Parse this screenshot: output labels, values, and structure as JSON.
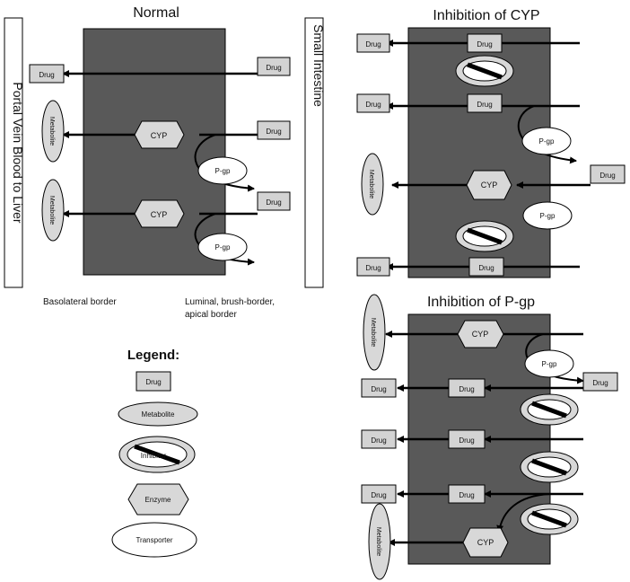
{
  "panels": {
    "normal": {
      "title": "Normal",
      "left_bar": "Portal Vein Blood to Liver",
      "right_bar": "Small Intestine",
      "basolateral": "Basolateral border",
      "luminal_1": "Luminal, brush-border,",
      "luminal_2": "apical border"
    },
    "cyp_inhibition": {
      "title": "Inhibition of CYP"
    },
    "pgp_inhibition": {
      "title": "Inhibition of P-gp"
    }
  },
  "legend": {
    "title": "Legend:",
    "drug": "Drug",
    "metabolite": "Metabolite",
    "inhibitor": "Inhibitor",
    "enzyme": "Enzyme",
    "transporter": "Transporter"
  },
  "labels": {
    "drug": "Drug",
    "metabolite": "Metabolite",
    "cyp": "CYP",
    "pgp": "P-gp"
  },
  "colors": {
    "cell": "#595959",
    "box": "#d3d3d3",
    "shape": "#d8d8d8",
    "stroke": "#000000"
  }
}
